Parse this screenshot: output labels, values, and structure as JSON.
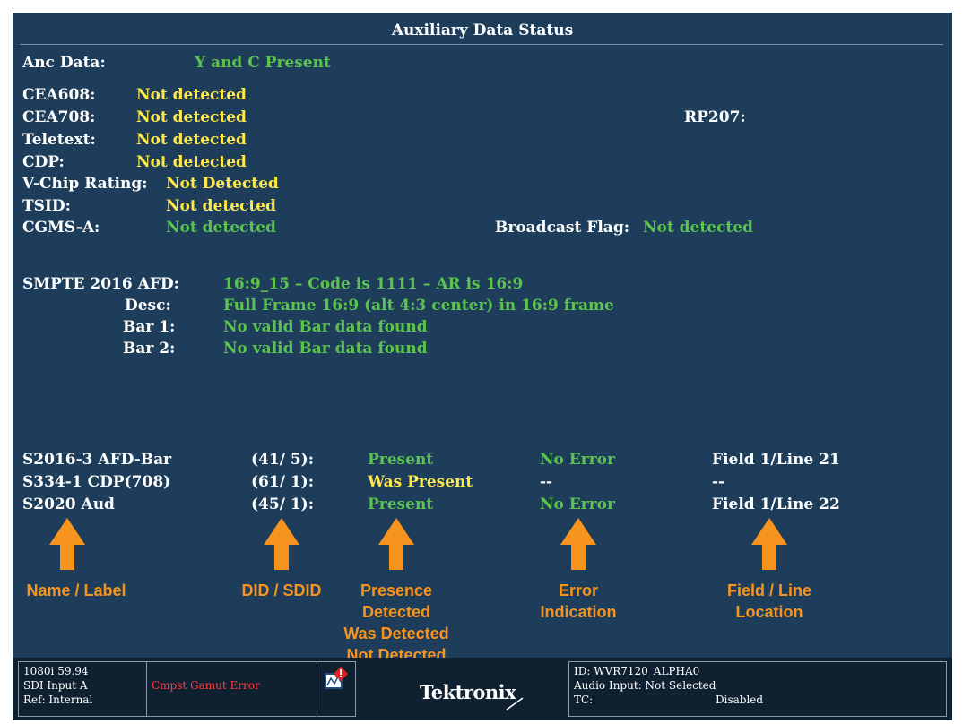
{
  "title": "Auxiliary Data Status",
  "anc": {
    "label": "Anc Data:",
    "value": "Y and C Present"
  },
  "captions": [
    {
      "label": "CEA608:",
      "value": "Not detected"
    },
    {
      "label": "CEA708:",
      "value": "Not detected"
    },
    {
      "label": "Teletext:",
      "value": "Not detected"
    },
    {
      "label": "CDP:",
      "value": "Not detected"
    },
    {
      "label": "V-Chip Rating:",
      "value": "Not Detected"
    },
    {
      "label": "TSID:",
      "value": "Not detected"
    },
    {
      "label": "CGMS-A:",
      "value": "Not detected"
    }
  ],
  "rp207": {
    "label": "RP207:"
  },
  "broadcast_flag": {
    "label": "Broadcast Flag:",
    "value": "Not detected"
  },
  "afd": {
    "label": "SMPTE 2016 AFD:",
    "value": "16:9_15 – Code is 1111 – AR is 16:9",
    "desc_label": "Desc:",
    "desc_value": "Full Frame 16:9 (alt 4:3 center) in 16:9 frame",
    "bar1_label": "Bar 1:",
    "bar1_value": "No valid Bar data found",
    "bar2_label": "Bar 2:",
    "bar2_value": "No valid Bar data found"
  },
  "packets": [
    {
      "name": "S2016-3 AFD-Bar",
      "did": "(41/ 5):",
      "presence": "Present",
      "error": "No Error",
      "location": "Field 1/Line 21"
    },
    {
      "name": "S334-1 CDP(708)",
      "did": "(61/ 1):",
      "presence": "Was Present",
      "error": "--",
      "location": "--"
    },
    {
      "name": "S2020 Aud",
      "did": "(45/ 1):",
      "presence": "Present",
      "error": "No Error",
      "location": "Field 1/Line 22"
    }
  ],
  "annotations": {
    "name_label": "Name / Label",
    "did_sdid": "DID / SDID",
    "presence_1": "Presence",
    "presence_2": "Detected",
    "presence_3": "Was Detected",
    "presence_4": "Not Detected",
    "error_1": "Error",
    "error_2": "Indication",
    "field_1": "Field / Line",
    "field_2": "Location"
  },
  "status_bar": {
    "format": "1080i 59.94",
    "input": "SDI Input A",
    "ref": "Ref: Internal",
    "error": "Cmpst Gamut Error",
    "logo": "Tektronix",
    "id": "ID: WVR7120_ALPHA0",
    "audio_input": "Audio Input: Not Selected",
    "tc_label": "TC:",
    "tc_value": "Disabled"
  },
  "colors": {
    "background": "#1d3d5b",
    "ok_value": "#5cc34e",
    "warn_value": "#ffe84a",
    "annotation": "#f7941d",
    "error_text": "#ff3b3b"
  },
  "icons": [
    "up-arrow-icon",
    "error-warning-icon"
  ]
}
